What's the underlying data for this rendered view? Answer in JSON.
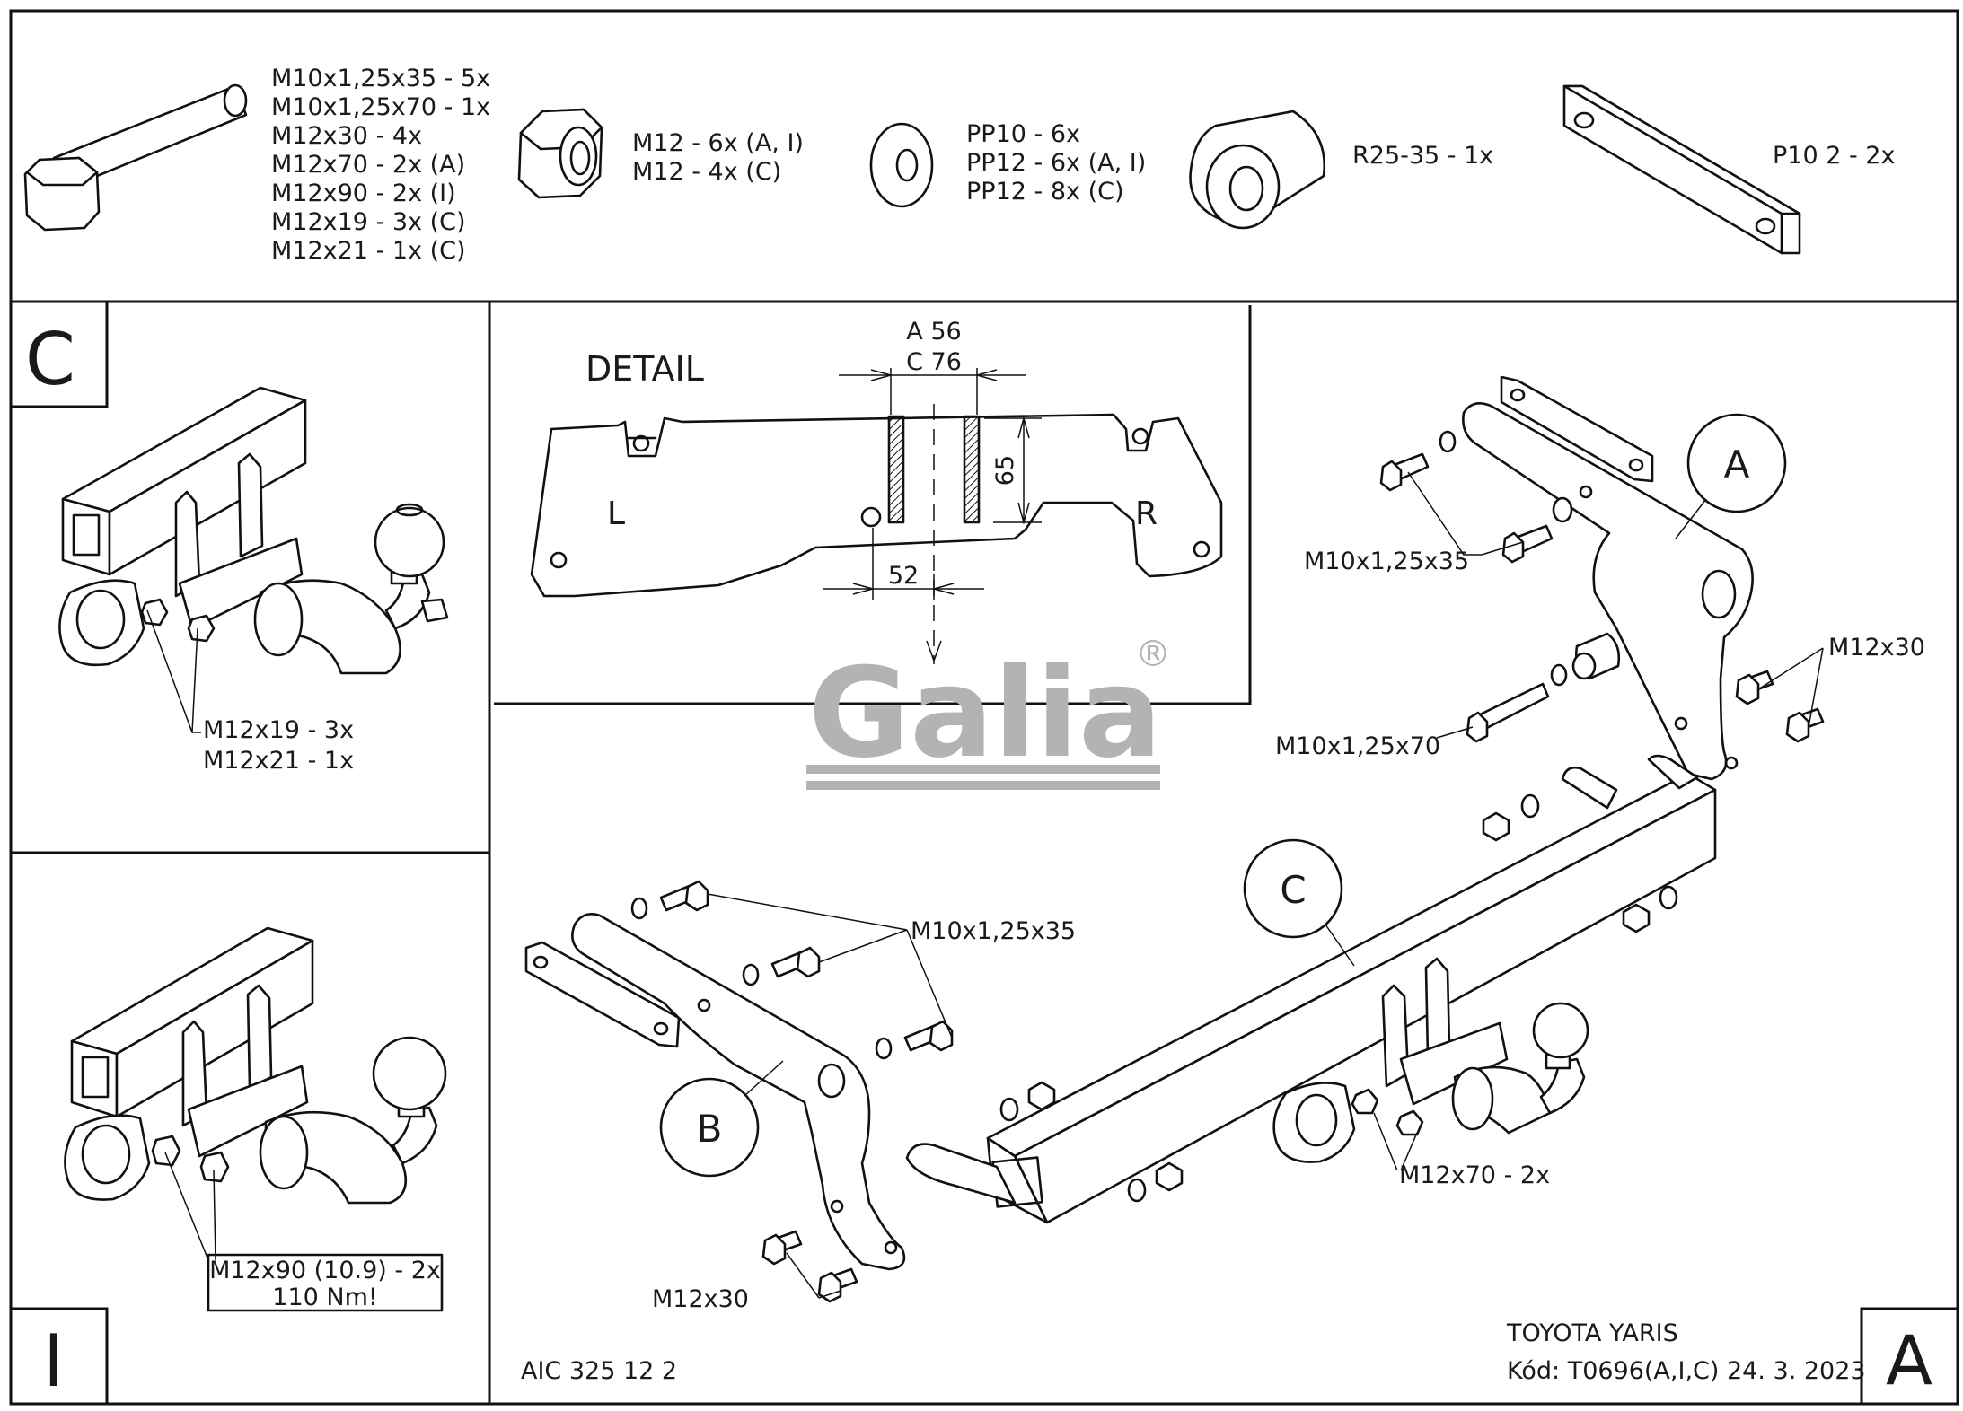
{
  "parts": {
    "bolts": [
      "M10x1,25x35 - 5x",
      "M10x1,25x70 - 1x",
      "M12x30 - 4x",
      "M12x70 - 2x (A)",
      "M12x90 - 2x (I)",
      "M12x19 - 3x (C)",
      "M12x21 - 1x (C)"
    ],
    "nuts": [
      "M12 - 6x (A, I)",
      "M12 - 4x (C)"
    ],
    "washers": [
      "PP10 - 6x",
      "PP12 - 6x (A, I)",
      "PP12 - 8x (C)"
    ],
    "spacer": "R25-35 - 1x",
    "plate": "P10 2 - 2x"
  },
  "variant_c": {
    "letter": "C",
    "bolts": [
      "M12x19 - 3x",
      "M12x21 - 1x"
    ]
  },
  "variant_i": {
    "letter": "I",
    "bolt": "M12x90 (10.9) - 2x",
    "torque": "110 Nm!"
  },
  "detail": {
    "title": "DETAIL",
    "dim_a": "A 56",
    "dim_c": "C 76",
    "dim_height": "65",
    "dim_width": "52",
    "left": "L",
    "right": "R"
  },
  "main": {
    "callout_a": "A",
    "callout_b": "B",
    "callout_c": "C",
    "label_m10x35_right": "M10x1,25x35",
    "label_m10x70": "M10x1,25x70",
    "label_m12x30_right": "M12x30",
    "label_m10x35_left": "M10x1,25x35",
    "label_m12x30_left": "M12x30",
    "label_m12x70": "M12x70 - 2x"
  },
  "logo": {
    "text": "Galia",
    "mark": "®",
    "color": "#b3b3b3"
  },
  "footer": {
    "code": "AIC 325 12 2",
    "vehicle": "TOYOTA YARIS",
    "kod": "Kód: T0696(A,I,C)  24. 3. 2023",
    "variant_a": "A"
  }
}
